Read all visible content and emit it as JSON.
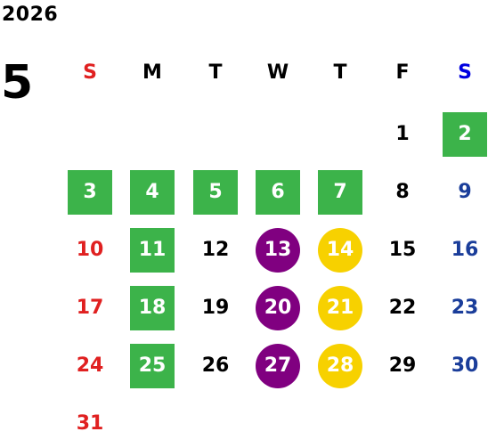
{
  "calendar": {
    "year": "2026",
    "month": "5",
    "weekdays": [
      "S",
      "M",
      "T",
      "W",
      "T",
      "F",
      "S"
    ],
    "colors": {
      "sunday": "#e02020",
      "saturday_header": "#0000e0",
      "saturday": "#1a3d9a",
      "holiday_green": "#3cb34a",
      "purple_circle": "#800080",
      "yellow_circle": "#f7d100"
    },
    "weeks": [
      [
        {
          "day": ""
        },
        {
          "day": ""
        },
        {
          "day": ""
        },
        {
          "day": ""
        },
        {
          "day": ""
        },
        {
          "day": "1",
          "style": "plain"
        },
        {
          "day": "2",
          "style": "green"
        }
      ],
      [
        {
          "day": "3",
          "style": "green"
        },
        {
          "day": "4",
          "style": "green"
        },
        {
          "day": "5",
          "style": "green"
        },
        {
          "day": "6",
          "style": "green"
        },
        {
          "day": "7",
          "style": "green"
        },
        {
          "day": "8",
          "style": "plain"
        },
        {
          "day": "9",
          "style": "sat"
        }
      ],
      [
        {
          "day": "10",
          "style": "sun"
        },
        {
          "day": "11",
          "style": "green"
        },
        {
          "day": "12",
          "style": "plain"
        },
        {
          "day": "13",
          "style": "purple"
        },
        {
          "day": "14",
          "style": "yellow"
        },
        {
          "day": "15",
          "style": "plain"
        },
        {
          "day": "16",
          "style": "sat"
        }
      ],
      [
        {
          "day": "17",
          "style": "sun"
        },
        {
          "day": "18",
          "style": "green"
        },
        {
          "day": "19",
          "style": "plain"
        },
        {
          "day": "20",
          "style": "purple"
        },
        {
          "day": "21",
          "style": "yellow"
        },
        {
          "day": "22",
          "style": "plain"
        },
        {
          "day": "23",
          "style": "sat"
        }
      ],
      [
        {
          "day": "24",
          "style": "sun"
        },
        {
          "day": "25",
          "style": "green"
        },
        {
          "day": "26",
          "style": "plain"
        },
        {
          "day": "27",
          "style": "purple"
        },
        {
          "day": "28",
          "style": "yellow"
        },
        {
          "day": "29",
          "style": "plain"
        },
        {
          "day": "30",
          "style": "sat"
        }
      ],
      [
        {
          "day": "31",
          "style": "sun"
        },
        {
          "day": ""
        },
        {
          "day": ""
        },
        {
          "day": ""
        },
        {
          "day": ""
        },
        {
          "day": ""
        },
        {
          "day": ""
        }
      ]
    ]
  }
}
